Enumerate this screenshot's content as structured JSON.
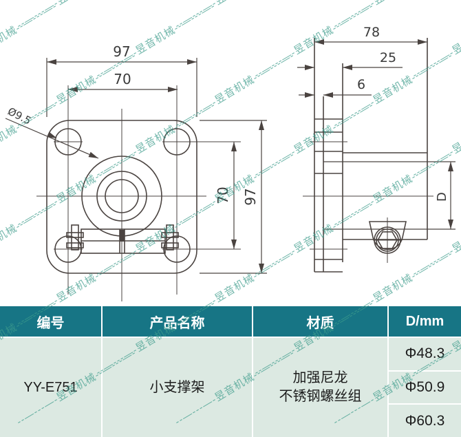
{
  "watermark": {
    "text": "昱音机械",
    "dash": "--—---—-",
    "color": "#3d9c8c"
  },
  "drawing": {
    "front_view": {
      "width_outer": "97",
      "width_inner": "70",
      "height_inner": "70",
      "height_outer": "97",
      "hole_diameter": "Ø9.5"
    },
    "side_view": {
      "depth": "78",
      "hub_depth": "25",
      "plate_thickness": "6",
      "bore": "D"
    }
  },
  "table": {
    "colors": {
      "header_bg": "#177585",
      "body_bg": "#dce9e2"
    },
    "header": [
      "编号",
      "产品名称",
      "材质",
      "D/mm"
    ],
    "row": {
      "code": "YY-E751",
      "name": "小支撑架",
      "material_line1": "加强尼龙",
      "material_line2": "不锈钢螺丝组",
      "d_values": [
        "Φ48.3",
        "Φ50.9",
        "Φ60.3"
      ]
    }
  }
}
